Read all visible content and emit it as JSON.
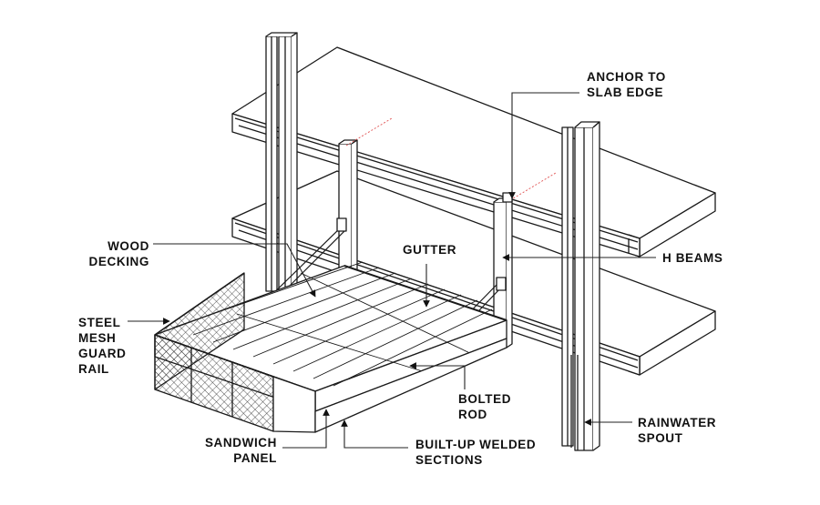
{
  "colors": {
    "ink": "#1a1a1a",
    "leader": "#222222",
    "section_hatch": "#b9b9b9",
    "cut_line": "#e05050",
    "background": "#ffffff"
  },
  "labels": {
    "anchor": [
      "ANCHOR TO",
      "SLAB EDGE"
    ],
    "wood": [
      "WOOD",
      "DECKING"
    ],
    "gutter": [
      "GUTTER"
    ],
    "hbeams": [
      "H BEAMS"
    ],
    "steel": [
      "STEEL",
      "MESH",
      "GUARD",
      "RAIL"
    ],
    "bolted": [
      "BOLTED",
      "ROD"
    ],
    "rainwater": [
      "RAINWATER",
      "SPOUT"
    ],
    "sandwich": [
      "SANDWICH",
      "PANEL"
    ],
    "builtup": [
      "BUILT-UP WELDED",
      "SECTIONS"
    ]
  }
}
